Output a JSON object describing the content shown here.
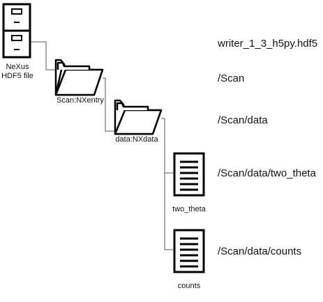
{
  "nodes": {
    "file": {
      "label_line1": "NeXus",
      "label_line2": "HDF5 file",
      "path": "writer_1_3_h5py.hdf5"
    },
    "entry": {
      "label": "Scan:NXentry",
      "path": "/Scan"
    },
    "data": {
      "label": "data:NXdata",
      "path": "/Scan/data"
    },
    "two_theta": {
      "label": "two_theta",
      "path": "/Scan/data/two_theta"
    },
    "counts": {
      "label": "counts",
      "path": "/Scan/data/counts"
    }
  },
  "icons": {
    "file": "file-cabinet-icon",
    "entry": "open-folder-icon",
    "data": "open-folder-icon",
    "two_theta": "document-icon",
    "counts": "document-icon"
  },
  "colors": {
    "line": "#000000",
    "connector": "#555555",
    "fill": "#ffffff"
  }
}
